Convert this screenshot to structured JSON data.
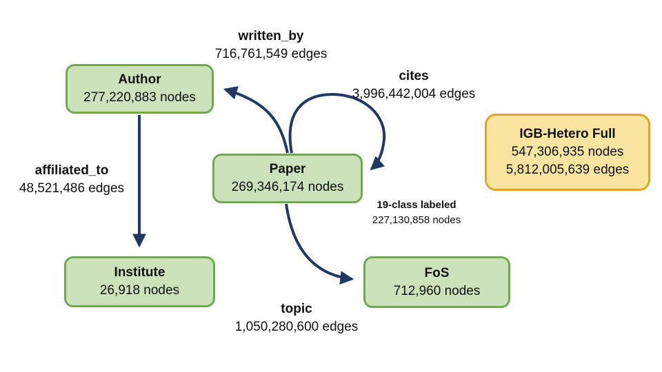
{
  "diagram": {
    "nodes": {
      "author": {
        "title": "Author",
        "subtitle": "277,220,883 nodes"
      },
      "paper": {
        "title": "Paper",
        "subtitle": "269,346,174 nodes"
      },
      "institute": {
        "title": "Institute",
        "subtitle": "26,918 nodes"
      },
      "fos": {
        "title": "FoS",
        "subtitle": "712,960 nodes"
      }
    },
    "edges": {
      "written_by": {
        "name": "written_by",
        "count": "716,761,549 edges"
      },
      "cites": {
        "name": "cites",
        "count": "3,996,442,004 edges"
      },
      "affiliated_to": {
        "name": "affiliated_to",
        "count": "48,521,486 edges"
      },
      "topic": {
        "name": "topic",
        "count": "1,050,280,600 edges"
      }
    },
    "annotation": {
      "title": "19-class labeled",
      "subtitle": "227,130,858 nodes"
    },
    "summary": {
      "title": "IGB-Hetero Full",
      "nodes": "547,306,935 nodes",
      "edges": "5,812,005,639 edges"
    },
    "colors": {
      "node_fill": "#cbe2ba",
      "node_border": "#6ea84f",
      "summary_fill": "#f9e5a0",
      "summary_border": "#e1a525",
      "arrow": "#1f3864",
      "text": "#111111"
    }
  }
}
